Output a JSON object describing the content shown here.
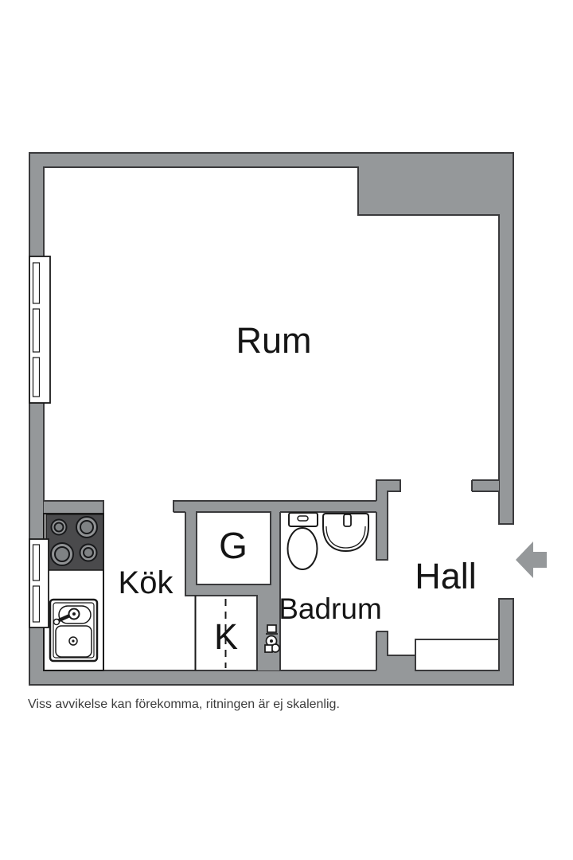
{
  "floorplan": {
    "rooms": [
      {
        "id": "rum",
        "label": "Rum"
      },
      {
        "id": "kok",
        "label": "Kök"
      },
      {
        "id": "g",
        "label": "G"
      },
      {
        "id": "k",
        "label": "K"
      },
      {
        "id": "badrum",
        "label": "Badrum"
      },
      {
        "id": "hall",
        "label": "Hall"
      }
    ],
    "disclaimer": "Viss avvikelse kan förekomma, ritningen är ej skalenlig.",
    "colors": {
      "wall": "#95989a",
      "outline": "#3a3a3c",
      "stove": "#4a4a4c",
      "burner_outer": "#909294",
      "burner_inner": "#7f8284",
      "text": "#151515",
      "background": "#ffffff"
    }
  }
}
